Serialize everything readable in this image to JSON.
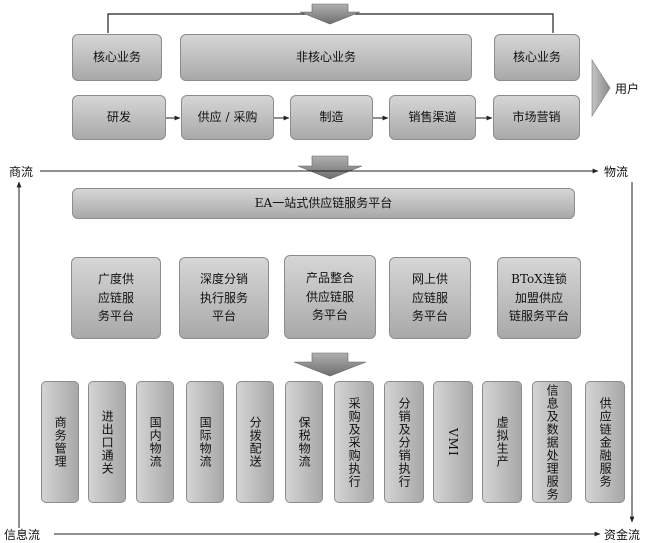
{
  "top_row": {
    "core_left": "核心业务",
    "non_core": "非核心业务",
    "core_right": "核心业务"
  },
  "process_row": [
    "研发",
    "供应 / 采购",
    "制造",
    "销售渠道",
    "市场营销"
  ],
  "user_label": "用户",
  "flows": {
    "commerce": "商流",
    "logistics": "物流",
    "information": "信息流",
    "capital": "资金流"
  },
  "platform": "EA一站式供应链服务平台",
  "sub_platforms": [
    "广度供\n应链服\n务平台",
    "深度分销\n执行服务\n平台",
    "产品整合\n供应链服\n务平台",
    "网上供\n应链服\n务平台",
    "BToX连锁\n加盟供应\n链服务平台"
  ],
  "services": [
    "商务管理",
    "进出口通关",
    "国内物流",
    "国际物流",
    "分拨配送",
    "保税物流",
    "采购及采购执行",
    "分销及分销执行",
    "VMI",
    "虚拟生产",
    "信息及数据处理服务",
    "供应链金融服务"
  ],
  "colors": {
    "box_light": "#d6d6d6",
    "box_dark": "#a9a9a9",
    "arrow_fill": "#8a8a8a",
    "line": "#222222"
  }
}
